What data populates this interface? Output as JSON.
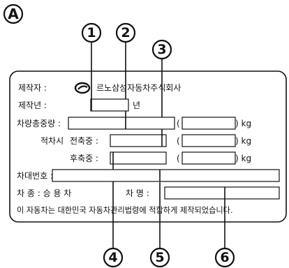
{
  "section_marker": "A",
  "callouts": {
    "c1": "1",
    "c2": "2",
    "c3": "3",
    "c4": "4",
    "c5": "5",
    "c6": "6"
  },
  "plate": {
    "manufacturer_label": "제작자 :",
    "manufacturer_value": "르노삼성자동차주식회사",
    "year_label": "제작년 :",
    "year_unit": "년",
    "gross_weight_label": "차량총중량 :",
    "loaded_label": "적차시",
    "front_axle_label": "전축중 :",
    "rear_axle_label": "후축중 :",
    "paren_open": "(",
    "kg_unit": ") kg",
    "vin_label": "차대번호 :",
    "type_label": "차  종 : 승  용  차",
    "name_label": "차  명 :",
    "compliance_text": "이 자동차는 대한민국 자동차관리법령에 적합하게 제작되었습니다."
  },
  "logo_name": "renault-samsung-logo"
}
